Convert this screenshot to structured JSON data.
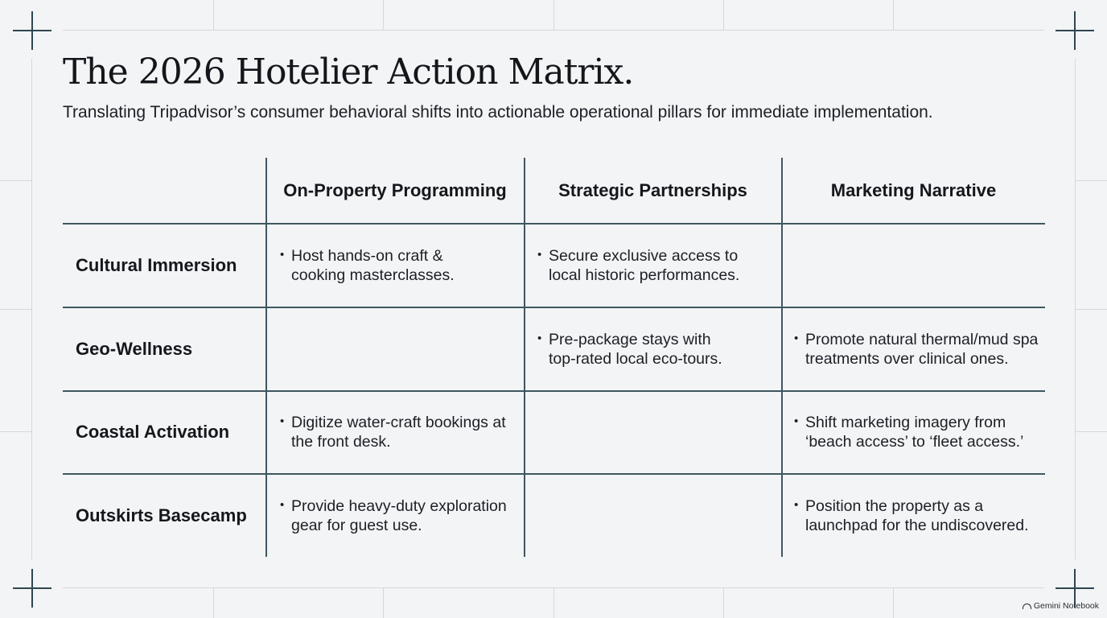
{
  "title": "The 2026 Hotelier Action Matrix.",
  "subtitle": "Translating Tripadvisor’s consumer behavioral shifts into actionable operational pillars for immediate implementation.",
  "matrix": {
    "columns": [
      "On-Property Programming",
      "Strategic Partnerships",
      "Marketing Narrative"
    ],
    "rows": [
      {
        "label": "Cultural Immersion",
        "cells": [
          "Host hands-on craft & cooking masterclasses.",
          "Secure exclusive access to local historic performances.",
          ""
        ]
      },
      {
        "label": "Geo-Wellness",
        "cells": [
          "",
          "Pre-package stays with top-rated local eco-tours.",
          "Promote natural thermal/mud spa treatments over clinical ones."
        ]
      },
      {
        "label": "Coastal Activation",
        "cells": [
          "Digitize water-craft bookings at the front desk.",
          "",
          "Shift marketing imagery from ‘beach access’ to ‘fleet access.’"
        ]
      },
      {
        "label": "Outskirts Basecamp",
        "cells": [
          "Provide heavy-duty exploration gear for guest use.",
          "",
          "Position the property as a launchpad for the undiscovered."
        ]
      }
    ]
  },
  "brand": {
    "label": "Gemini Notebook",
    "icon": "notebook-icon"
  }
}
